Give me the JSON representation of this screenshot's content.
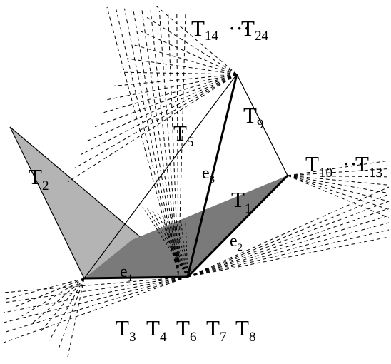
{
  "labels": {
    "t14": {
      "base": "T",
      "sub": "14"
    },
    "dots_top": "···",
    "t24": {
      "base": "T",
      "sub": "24"
    },
    "t9": {
      "base": "T",
      "sub": "9"
    },
    "t5": {
      "base": "T",
      "sub": "5"
    },
    "t10": {
      "base": "T",
      "sub": "10"
    },
    "dots_right": "···",
    "t13": {
      "base": "T",
      "sub": "13"
    },
    "t2": {
      "base": "T",
      "sub": "2"
    },
    "t1": {
      "base": "T",
      "sub": "1"
    },
    "e1": {
      "base": "e",
      "sub": "1"
    },
    "e2": {
      "base": "e",
      "sub": "2"
    },
    "e3": {
      "base": "e",
      "sub": "3"
    },
    "t3": {
      "base": "T",
      "sub": "3"
    },
    "t4": {
      "base": "T",
      "sub": "4"
    },
    "t6": {
      "base": "T",
      "sub": "6"
    },
    "t7": {
      "base": "T",
      "sub": "7"
    },
    "t8": {
      "base": "T",
      "sub": "8"
    }
  },
  "colors": {
    "t2_fill": "#b4b4b4",
    "t2_light_fill": "#d2d2d2",
    "t1_fill": "#7a7a7a",
    "stroke": "#000000"
  }
}
